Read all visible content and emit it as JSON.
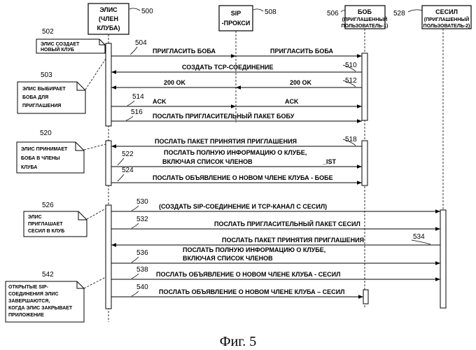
{
  "participants": [
    {
      "id": "alice",
      "lines": [
        "ЭЛИС",
        "(ЧЛЕН",
        "КЛУБА)"
      ],
      "ref": "500"
    },
    {
      "id": "sip",
      "lines": [
        "SIP",
        "-ПРОКСИ"
      ],
      "ref": "508"
    },
    {
      "id": "bob",
      "title": "БОБ",
      "sub": [
        "(ПРИГЛАШЕННЫЙ",
        "ПОЛЬЗОВАТЕЛЬ-1)"
      ],
      "ref": "506"
    },
    {
      "id": "cecil",
      "title": "СЕСИЛ",
      "sub": [
        "(ПРИГЛАШЕННЫЙ",
        "ПОЛЬЗОВАТЕЛЬ-2)"
      ],
      "ref": "528"
    }
  ],
  "messages": [
    {
      "ref": "504",
      "labels": [
        "ПРИГЛАСИТЬ БОБА",
        "ПРИГЛАСИТЬ БОБА"
      ]
    },
    {
      "ref": "510",
      "labels": [
        "СОЗДАТЬ TCP-СОЕДИНЕНИЕ"
      ]
    },
    {
      "ref": "512",
      "labels": [
        "200  OK",
        "200  OK"
      ]
    },
    {
      "ref": "514",
      "labels": [
        "ACK",
        "ACK"
      ]
    },
    {
      "ref": "516",
      "labels": [
        "ПОСЛАТЬ ПРИГЛАСИТЕЛЬНЫЙ ПАКЕТ БОБУ"
      ]
    },
    {
      "ref": "518",
      "labels": [
        "ПОСЛАТЬ ПАКЕТ ПРИНЯТИЯ ПРИГЛАШЕНИЯ"
      ]
    },
    {
      "ref": "522",
      "labels": [
        "ПОСЛАТЬ ПОЛНУЮ ИНФОРМАЦИЮ О КЛУБЕ,",
        "ВКЛЮЧАЯ СПИСОК ЧЛЕНОВ"
      ],
      "extra": "_IST"
    },
    {
      "ref": "524",
      "labels": [
        "ПОСЛАТЬ ОБЪЯВЛЕНИЕ О НОВОМ ЧЛЕНЕ  КЛУБА - БОБЕ"
      ]
    },
    {
      "ref": "530",
      "labels": [
        "(СОЗДАТЬ SIP-СОЕДИНЕНИЕ И TCP-КАНАЛ С   СЕСИЛ)"
      ]
    },
    {
      "ref": "532",
      "labels": [
        "ПОСЛАТЬ ПРИГЛАСИТЕЛЬНЫЙ ПАКЕТ  СЕСИЛ"
      ]
    },
    {
      "ref": "534",
      "labels": [
        "ПОСЛАТЬ ПАКЕТ ПРИНЯТИЯ ПРИГЛАШЕНИЯ"
      ]
    },
    {
      "ref": "536",
      "labels": [
        "ПОСЛАТЬ ПОЛНУЮ ИНФОРМАЦИЮ О КЛУБЕ,",
        "ВКЛЮЧАЯ СПИСОК ЧЛЕНОВ"
      ]
    },
    {
      "ref": "538",
      "labels": [
        "ПОСЛАТЬ ОБЪЯВЛЕНИЕ О НОВОМ ЧЛЕНЕ  КЛУБА - СЕСИЛ"
      ]
    },
    {
      "ref": "540",
      "labels": [
        "ПОСЛАТЬ ОБЪЯВЛЕНИЕ О НОВОМ ЧЛЕНЕ   КЛУБА – СЕСИЛ"
      ]
    }
  ],
  "notes": [
    {
      "ref": "502",
      "lines": [
        "ЭЛИС СОЗДАЕТ",
        "НОВЫЙ КЛУБ"
      ]
    },
    {
      "ref": "503",
      "lines": [
        "ЭЛИС ВЫБИРАЕТ",
        "БОБА ДЛЯ",
        "ПРИГЛАШЕНИЯ"
      ]
    },
    {
      "ref": "520",
      "lines": [
        "ЭЛИС ПРИНИМАЕТ",
        "БОБА В ЧЛЕНЫ",
        "КЛУБА"
      ]
    },
    {
      "ref": "526",
      "lines": [
        "ЭЛИС",
        "ПРИГЛАШАЕТ",
        "СЕСИЛ В КЛУБ"
      ]
    },
    {
      "ref": "542",
      "lines": [
        "ОТКРЫТЫЕ SIP-",
        "СОЕДИНЕНИЯ ЭЛИС",
        "ЗАВЕРШАЮТСЯ,",
        "КОГДА ЭЛИС ЗАКРЫВАЕТ",
        "ПРИЛОЖЕНИЕ"
      ]
    }
  ],
  "caption": "Фиг. 5"
}
